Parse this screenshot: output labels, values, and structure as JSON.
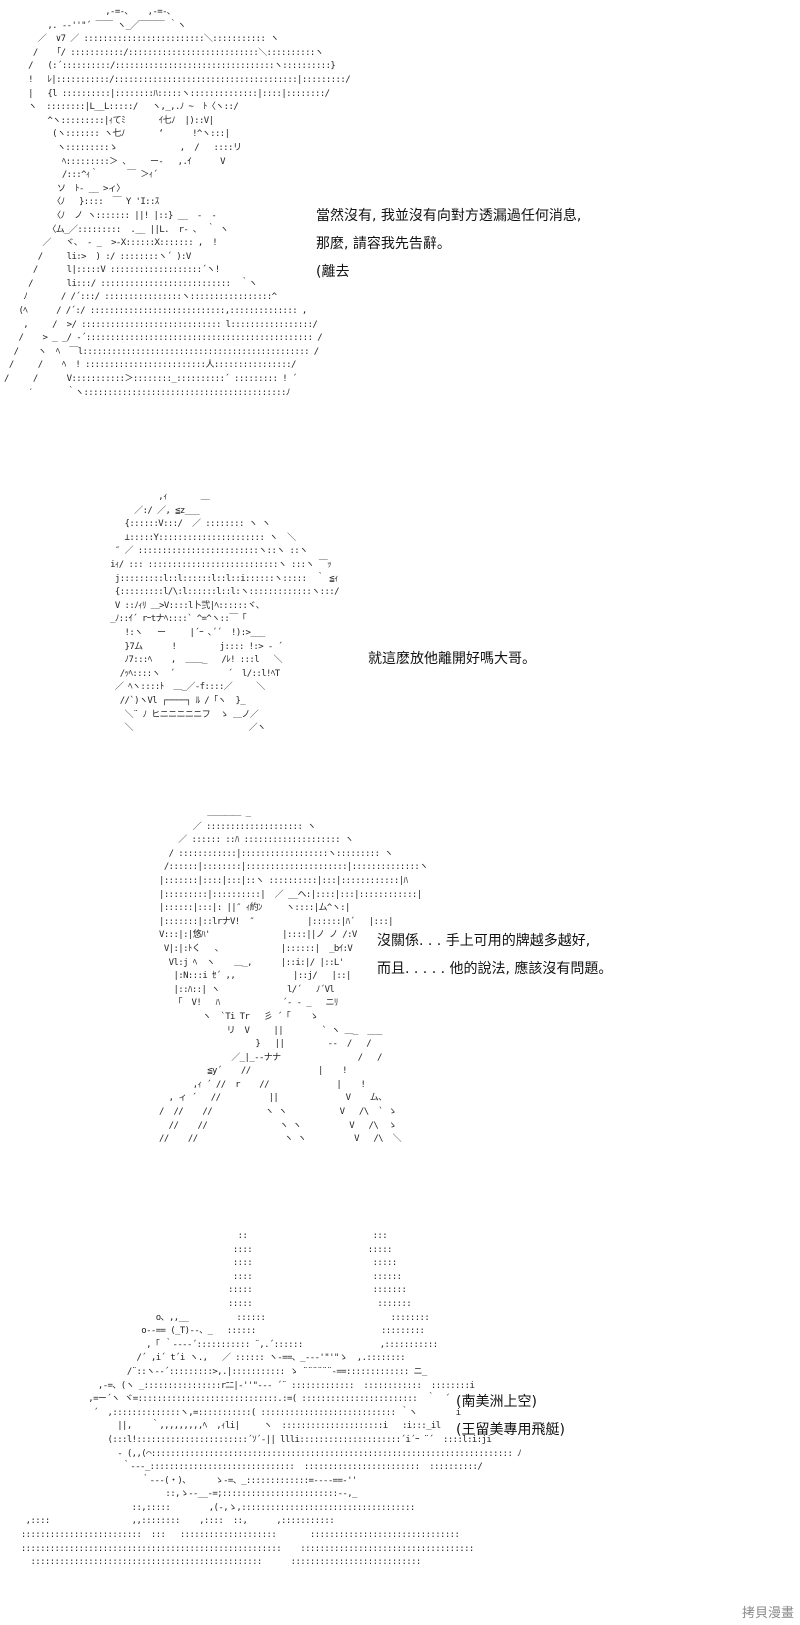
{
  "panels": [
    {
      "id": "panel-1",
      "dialogue": [
        "當然沒有, 我並沒有向對方透漏過任何消息,",
        "那麼, 請容我先告辭。",
        "(離去"
      ]
    },
    {
      "id": "panel-2",
      "dialogue": [
        "就這麽放他離開好嗎大哥。"
      ]
    },
    {
      "id": "panel-3",
      "dialogue": [
        "沒關係. . . 手上可用的牌越多越好,",
        "而且. . . . . 他的說法, 應該沒有問題。"
      ]
    },
    {
      "id": "panel-4",
      "dialogue": [
        "(南美洲上空)",
        "(王留美專用飛艇)"
      ]
    }
  ],
  "watermark": "拷貝漫畫"
}
